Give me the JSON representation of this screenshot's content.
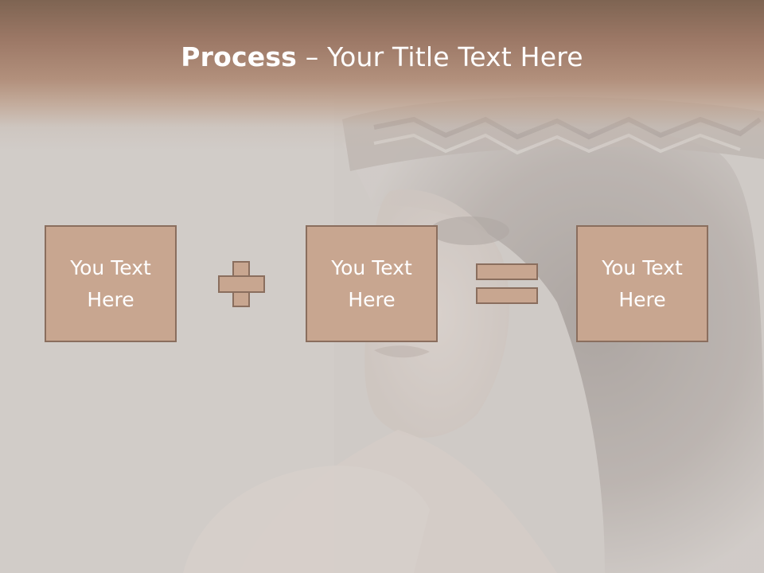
{
  "slide": {
    "title_bold": "Process",
    "title_rest": " – Your Title Text Here"
  },
  "boxes": [
    {
      "line1": "You Text",
      "line2": "Here"
    },
    {
      "line1": "You Text",
      "line2": "Here"
    },
    {
      "line1": "You Text",
      "line2": "Here"
    }
  ],
  "operators": [
    "plus-icon",
    "equals-icon"
  ],
  "colors": {
    "title_band_top": "#7e6452",
    "title_band_bottom": "#b2907c",
    "box_fill": "#c8a690",
    "box_border": "#8a6e5e",
    "background": "#cfcac6",
    "text": "#ffffff"
  }
}
